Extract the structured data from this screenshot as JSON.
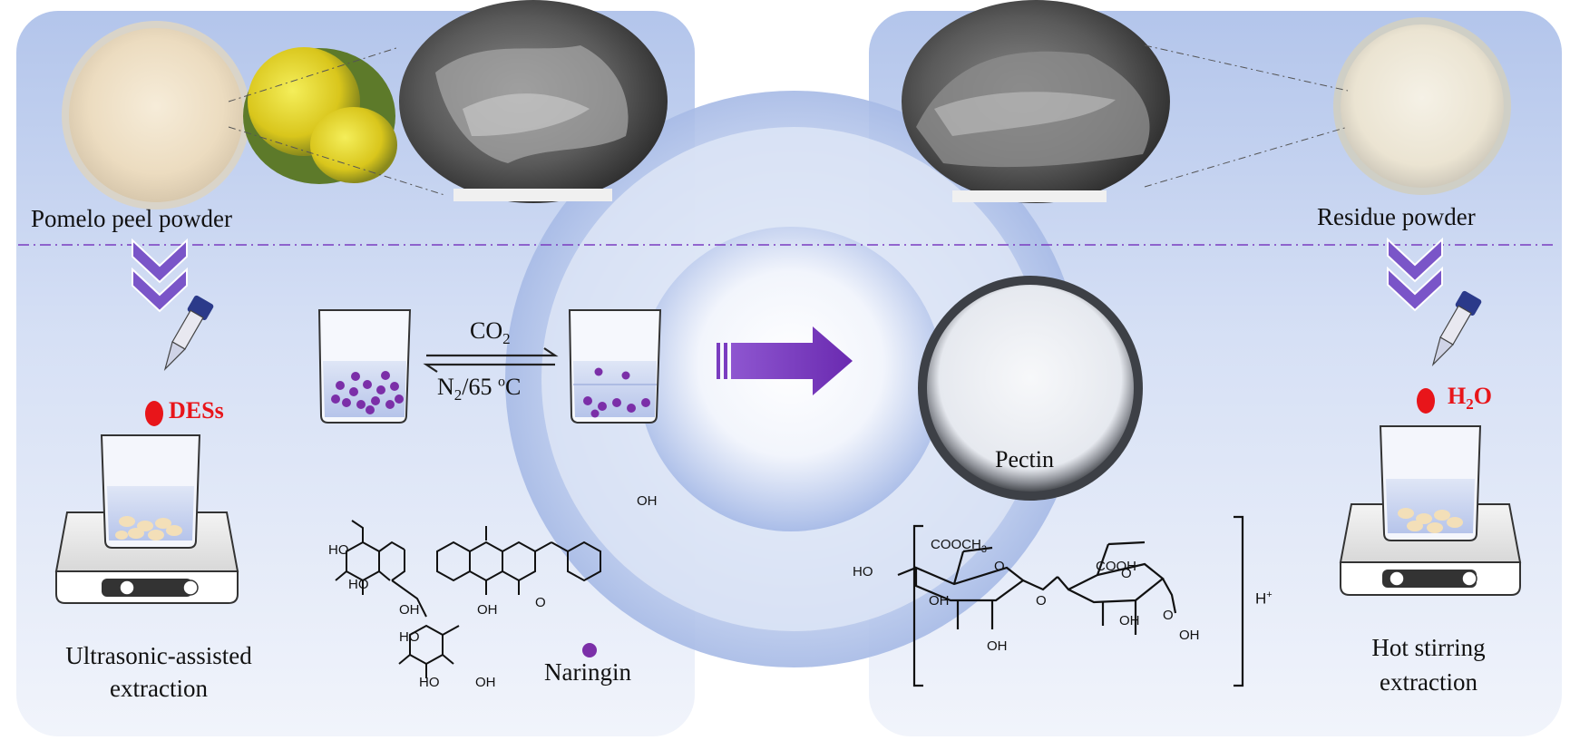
{
  "left": {
    "raw_label": "Pomelo peel powder",
    "solvent_label": "DESs",
    "method_label_line1": "Ultrasonic-assisted",
    "method_label_line2": "extraction"
  },
  "middle": {
    "forward_label": "CO",
    "forward_sub": "2",
    "reverse_label_n": "N",
    "reverse_sub": "2",
    "reverse_label_temp": "/65 ",
    "reverse_sup": "o",
    "reverse_label_unit": "C",
    "naringin_label": "Naringin"
  },
  "right": {
    "residue_label": "Residue powder",
    "solvent_label_h": "H",
    "solvent_sub": "2",
    "solvent_label_o": "O",
    "method_label_line1": "Hot stirring",
    "method_label_line2": "extraction",
    "product_label": "Pectin"
  },
  "pectin_structure": {
    "ester": "COOCH",
    "ester_sub": "3",
    "acid": "COOH",
    "ho": "HO",
    "oh": "OH",
    "ring_o": "O",
    "link_o": "O",
    "end_o": "O",
    "charge": "H",
    "charge_sup": "+"
  },
  "naringin_structure": {
    "ho": "HO",
    "oh": "OH",
    "o": "O"
  },
  "colors": {
    "panel_top": "#b7c8ec",
    "panel_bottom": "#eef2fb",
    "chevron": "#7a55c8",
    "arrow": "#7a3cc0",
    "naringin_dot": "#7b2fa8",
    "solvent_text": "#e8151a",
    "dashed_line": "#7a3cc0"
  }
}
